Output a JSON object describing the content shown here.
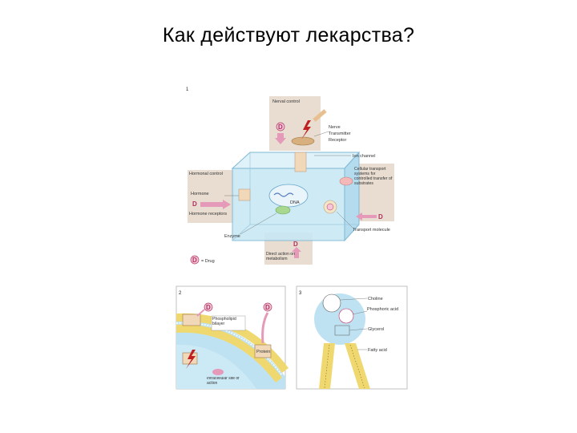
{
  "title": "Как действуют лекарства?",
  "colors": {
    "box": "#c8e8f4",
    "box_edge": "#7fb8d4",
    "panel": "#e8ddd0",
    "drug": "#e49ab8",
    "bolt": "#c02020",
    "membrane": "#f0d870",
    "cell": "#bfe2f2"
  },
  "panel1": {
    "number": "1",
    "nerval_control": "Nerval control",
    "nerve": "Nerve",
    "transmitter": "Transmitter",
    "receptor": "Receptor",
    "ion_channel": "Ion channel",
    "cellular_transport": "Cellular transport systems for controlled transfer of substrates",
    "hormonal_control": "Hormonal control",
    "hormone": "Hormone",
    "hormone_receptors": "Hormone receptors",
    "enzyme": "Enzyme",
    "dna": "DNA",
    "direct_action": "Direct action on metabolism",
    "transport_molecule": "Transport molecule",
    "drug_letter": "D",
    "legend": "= Drug"
  },
  "panel2": {
    "number": "2",
    "phospholipid_bilayer": "Phospholipid bilayer",
    "protein": "Protein",
    "drug_letter": "D",
    "intracellular": "Intracellular site of action"
  },
  "panel3": {
    "number": "3",
    "choline": "Choline",
    "phosphoric_acid": "Phosphoric acid",
    "glycerol": "Glycerol",
    "fatty_acid": "Fatty acid"
  }
}
